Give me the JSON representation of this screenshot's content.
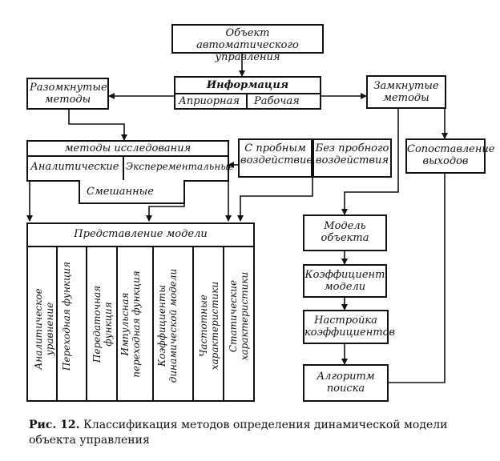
{
  "header_scrap": "",
  "boxes": {
    "object": "Объект автоматического управления",
    "info_title": "Информация",
    "info_a_priori": "Априорная",
    "info_working": "Рабочая",
    "open_methods": "Разомкнутые методы",
    "closed_methods": "Замкнутые методы",
    "research_methods": "методы исследования",
    "analytic": "Аналитические",
    "experimental": "Эксперементальные",
    "mixed": "Смешанные",
    "with_probe": "С пробным воздействием",
    "without_probe": "Без пробного воздействия",
    "compare_outputs": "Сопоставление выходов",
    "model_presentation": "Представление модели",
    "object_model": "Модель объекта",
    "model_coef": "Коэффициент модели",
    "coef_tuning": "Настройка коэффициентов",
    "search_algo": "Алгоритм поиска"
  },
  "model_columns": [
    "Аналитическое уравнение",
    "Переходная функция",
    "Передаточная функция",
    "Импульсная переходная функция",
    "Коэффициенты динамической модели",
    "Частотные характеристики",
    "Статические характеристики"
  ],
  "caption": {
    "label": "Рис. 12.",
    "text": "Классификация методов определения динамической модели объекта управления"
  }
}
